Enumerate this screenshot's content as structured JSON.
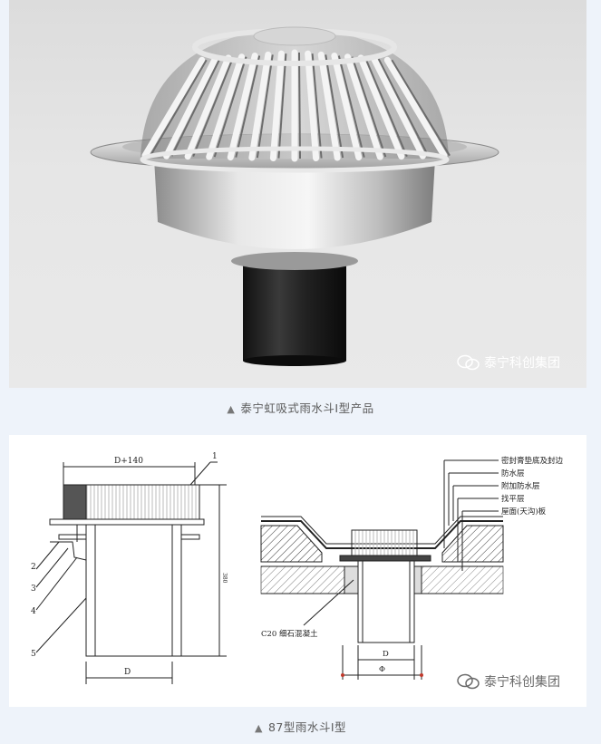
{
  "photo": {
    "watermark": "泰宁科创集团"
  },
  "caption1": {
    "marker": "▲",
    "text": "泰宁虹吸式雨水斗I型产品"
  },
  "drawing": {
    "dim_top": "D+140",
    "dim_bottom": "D",
    "dim_height": "380",
    "callouts": [
      "1",
      "2",
      "3",
      "4",
      "5"
    ],
    "concrete_label": "C20 细石混凝土",
    "layers": [
      "密封膏垫底及封边",
      "防水层",
      "附加防水层",
      "找平层",
      "屋面(天沟)板"
    ],
    "dim_inner": "D",
    "dim_outer": "Φ",
    "watermark": "泰宁科创集团"
  },
  "caption2": {
    "marker": "▲",
    "text": "87型雨水斗I型"
  }
}
